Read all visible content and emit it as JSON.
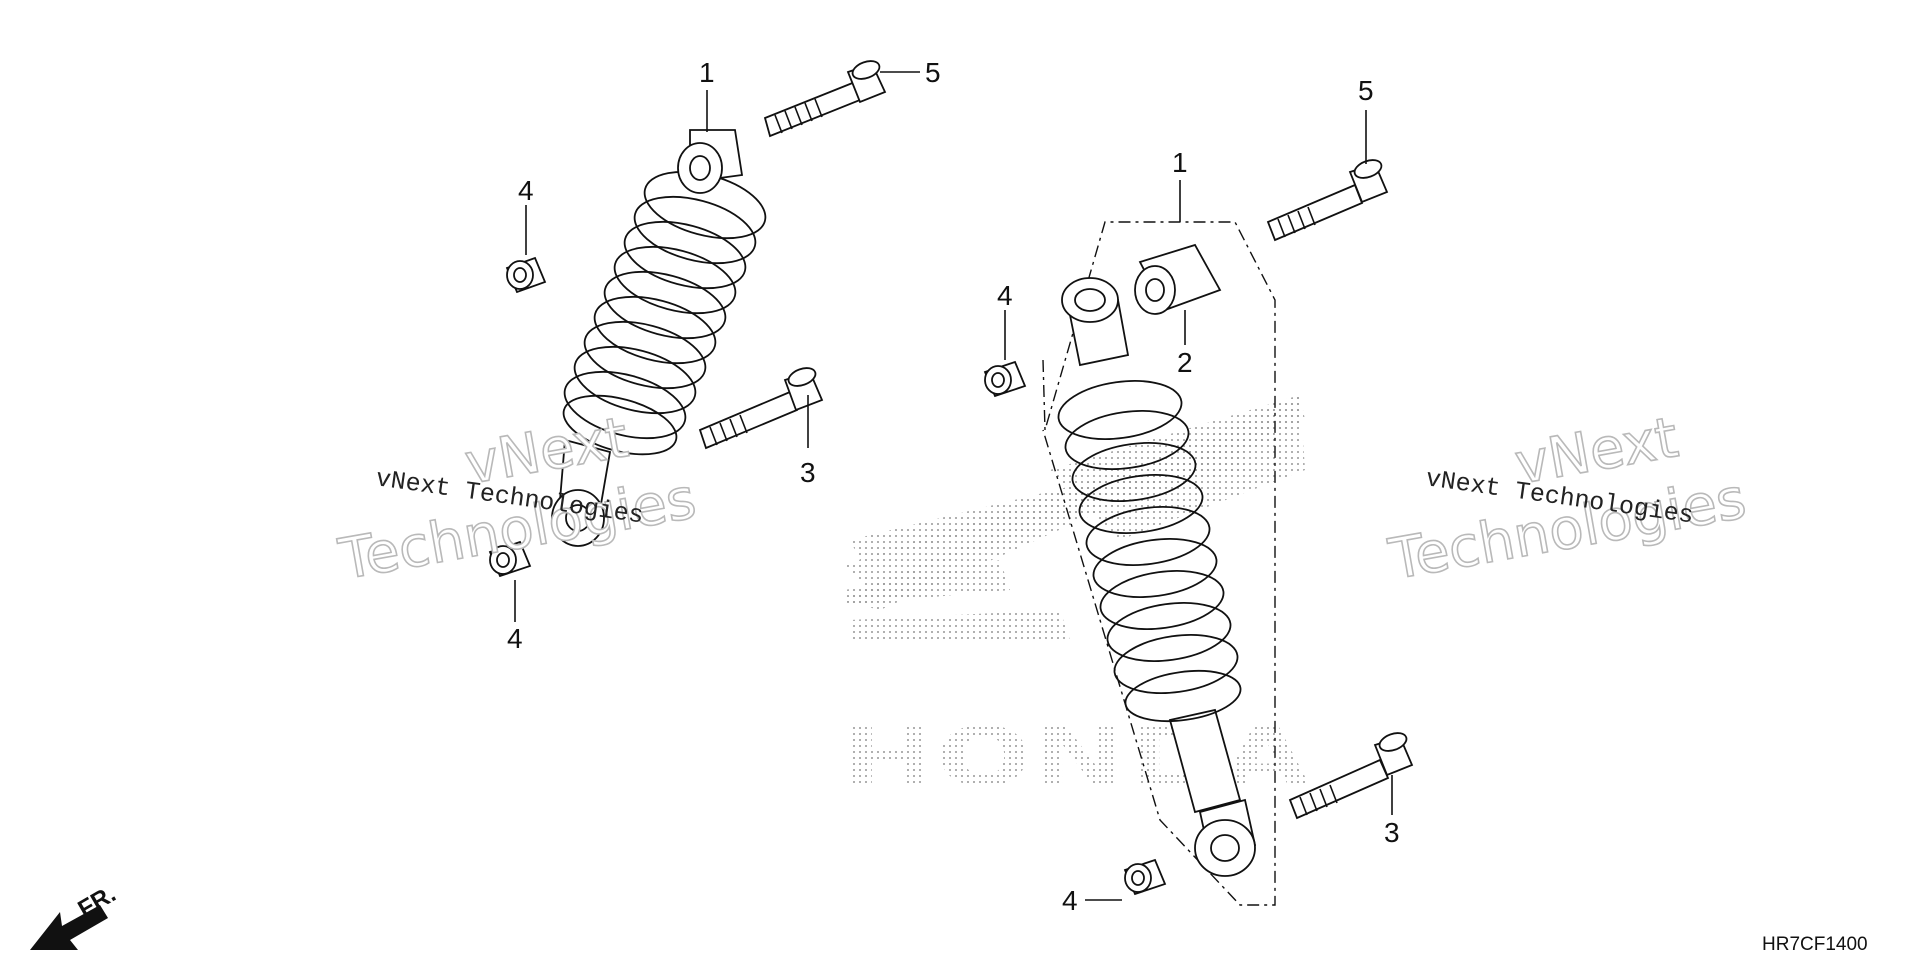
{
  "callouts": {
    "a1": "1",
    "a5": "5",
    "a4_top": "4",
    "a3": "3",
    "a4_bottom": "4",
    "b1": "1",
    "b5": "5",
    "b4_top": "4",
    "b2": "2",
    "b3": "3",
    "b4_bottom": "4"
  },
  "watermarks": {
    "left_line1": "vNext",
    "left_line2": "Technologies",
    "left_small": "vNext Technologies",
    "right_line1": "vNext",
    "right_line2": "Technologies",
    "right_small": "vNext Technologies"
  },
  "background_logo": {
    "text": "HONDA",
    "color": "#9a9a9a"
  },
  "front_indicator": {
    "label": "FR."
  },
  "diagram_code": "HR7CF1400"
}
